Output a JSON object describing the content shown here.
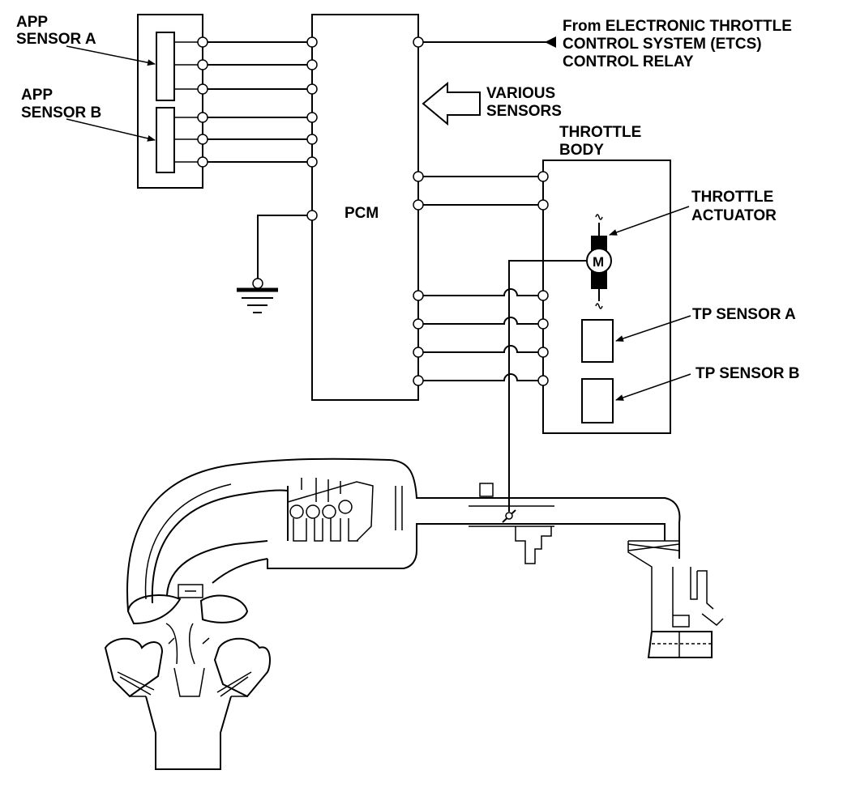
{
  "labels": {
    "app_sensor_a": [
      "APP",
      "SENSOR A"
    ],
    "app_sensor_b": [
      "APP",
      "SENSOR B"
    ],
    "etcs": [
      "From ELECTRONIC THROTTLE",
      "CONTROL SYSTEM (ETCS)",
      "CONTROL RELAY"
    ],
    "various_sensors": [
      "VARIOUS",
      "SENSORS"
    ],
    "throttle_body": [
      "THROTTLE",
      "BODY"
    ],
    "pcm": "PCM",
    "throttle_actuator": [
      "THROTTLE",
      "ACTUATOR"
    ],
    "motor": "M",
    "tp_sensor_a": "TP SENSOR A",
    "tp_sensor_b": "TP SENSOR B"
  },
  "colors": {
    "line": "#000000",
    "background": "#ffffff",
    "motor_body": "#000000"
  }
}
